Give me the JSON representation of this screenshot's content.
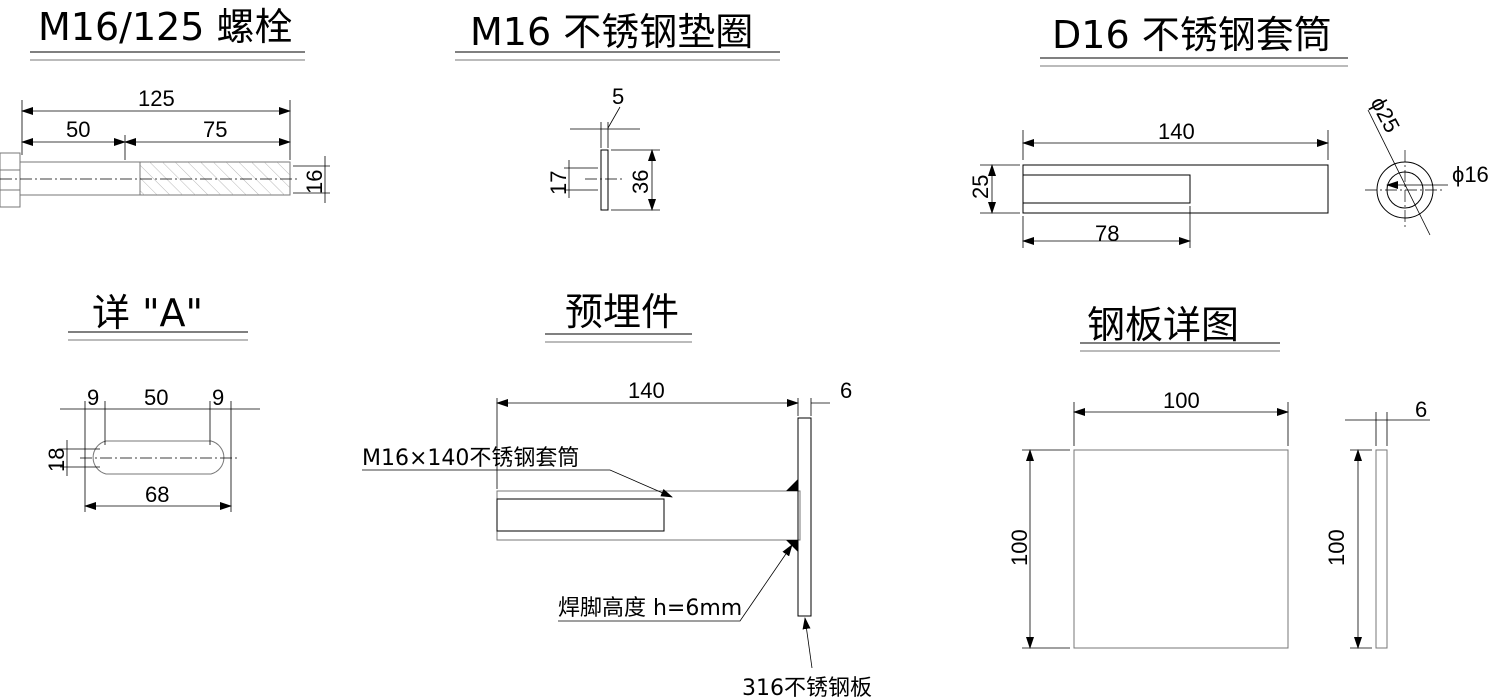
{
  "titles": {
    "bolt": "M16/125 螺栓",
    "washer": "M16 不锈钢垫圈",
    "sleeve": "D16 不锈钢套筒",
    "detail_a": "详 \"A\"",
    "embed": "预埋件",
    "plate_detail": "钢板详图"
  },
  "bolt": {
    "total": "125",
    "head_part": "50",
    "thread_part": "75",
    "dia": "16"
  },
  "washer": {
    "thick": "5",
    "hole": "17",
    "outer": "36"
  },
  "sleeve": {
    "length": "140",
    "height": "25",
    "bore_depth": "78",
    "outer_dia": "ϕ25",
    "inner_dia": "ϕ16"
  },
  "detail_a": {
    "left": "9",
    "mid": "50",
    "right": "9",
    "height": "18",
    "total": "68"
  },
  "embed": {
    "length": "140",
    "plate": "6",
    "sleeve_label": "M16×140不锈钢套筒",
    "weld_label": "焊脚高度 h=6mm",
    "plate_label": "316不锈钢板"
  },
  "plate": {
    "width": "100",
    "height": "100",
    "side_height": "100",
    "thick": "6"
  }
}
